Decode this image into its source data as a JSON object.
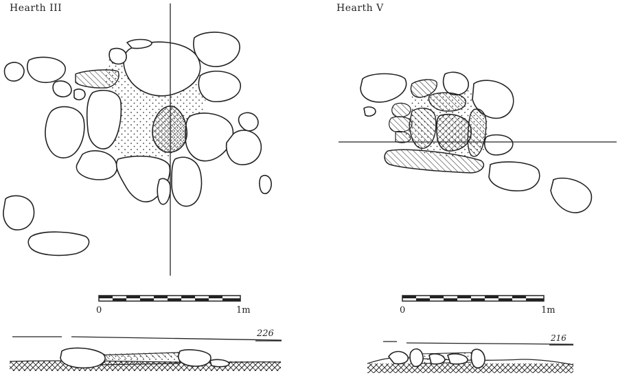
{
  "hearth3": {
    "title": "Hearth III",
    "scale_start": "0",
    "scale_end": "1m",
    "level": "226"
  },
  "hearth5": {
    "title": "Hearth V",
    "scale_start": "0",
    "scale_end": "1m",
    "level": "216"
  }
}
